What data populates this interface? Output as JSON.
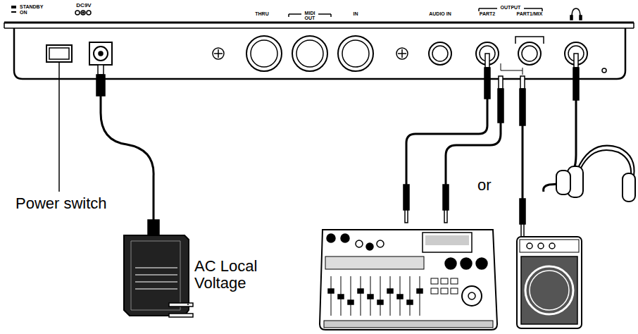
{
  "diagram": {
    "labels": [
      "STANDBY",
      "ON",
      "DC9V",
      "THRU",
      "MIDI",
      "OUT",
      "IN",
      "AUDIO IN",
      "OUTPUT",
      "PART2",
      "PART1/MIX",
      "Power switch",
      "or",
      "AC Local Voltage"
    ]
  }
}
